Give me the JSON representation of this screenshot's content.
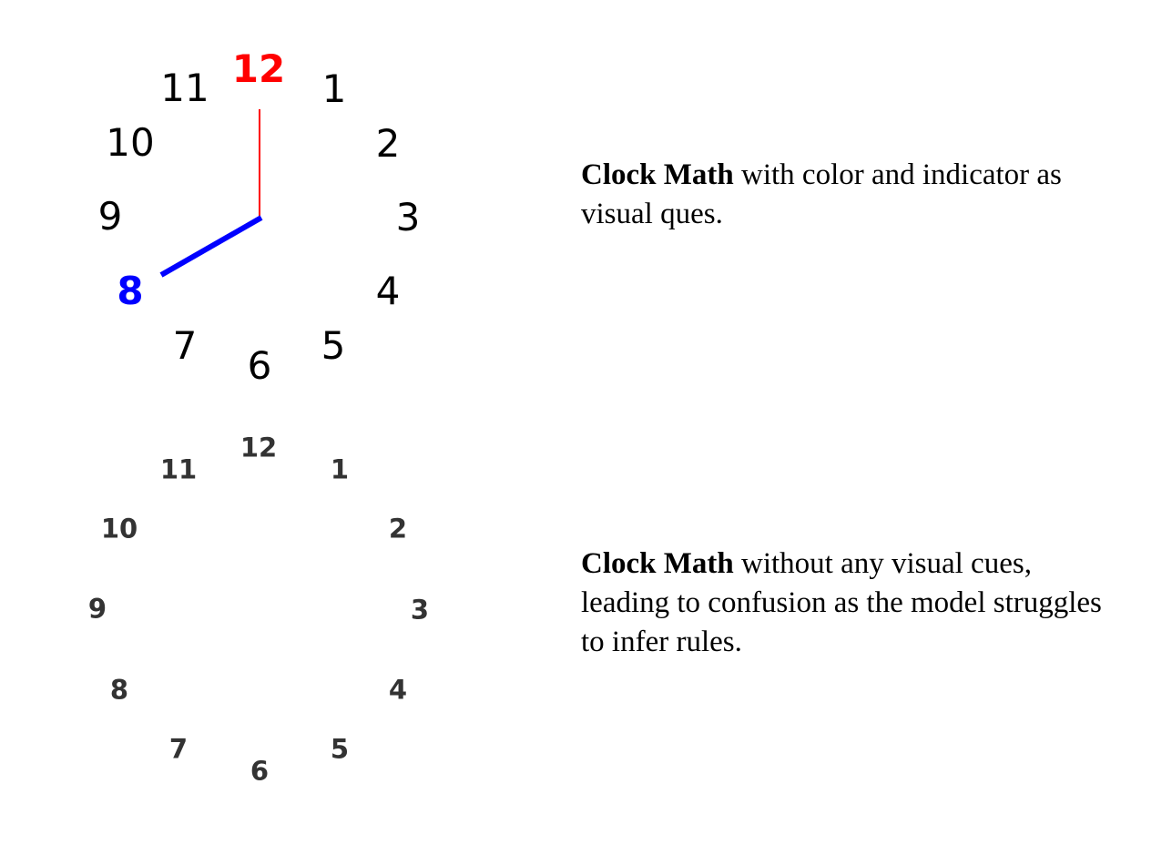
{
  "top_clock": {
    "numbers": [
      "12",
      "1",
      "2",
      "3",
      "4",
      "5",
      "6",
      "7",
      "8",
      "9",
      "10",
      "11"
    ],
    "highlight_start": {
      "number": "12",
      "color": "#ff0000"
    },
    "highlight_end": {
      "number": "8",
      "color": "#0000ff"
    }
  },
  "top_caption": {
    "bold": "Clock Math",
    "text": " with color and indicator as visual ques."
  },
  "bottom_clock": {
    "numbers": [
      "12",
      "1",
      "2",
      "3",
      "4",
      "5",
      "6",
      "7",
      "8",
      "9",
      "10",
      "11"
    ]
  },
  "bottom_caption": {
    "bold": "Clock Math",
    "text": " without any visual cues, leading to confusion as the model struggles to infer rules."
  }
}
